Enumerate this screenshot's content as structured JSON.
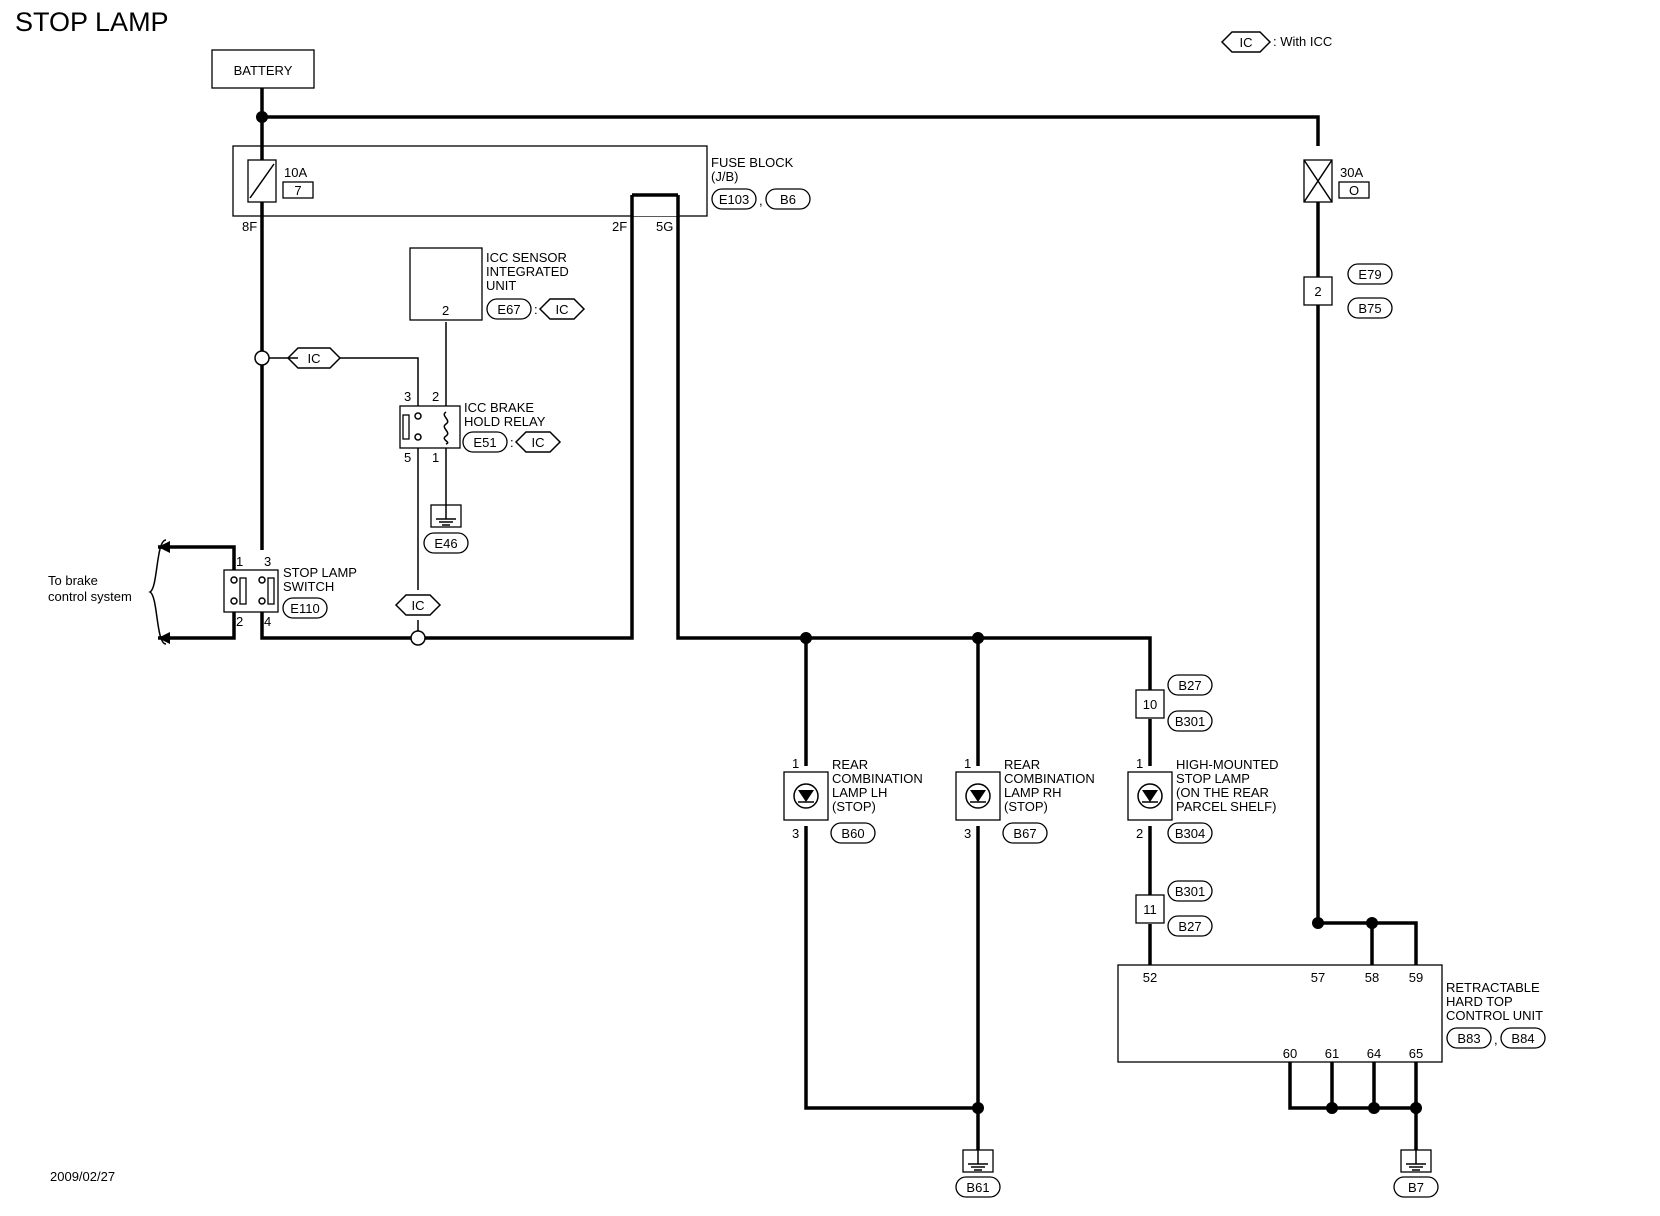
{
  "title": "STOP LAMP",
  "date": "2009/02/27",
  "legend": {
    "symbol": "IC",
    "text": ": With ICC"
  },
  "battery": "BATTERY",
  "fuse_block": {
    "label1": "FUSE BLOCK",
    "label2": "(J/B)",
    "connectors": [
      "E103",
      "B6"
    ],
    "fuse_rating": "10A",
    "fuse_number": "7",
    "pins": [
      "8F",
      "2F",
      "5G"
    ]
  },
  "fuse_30a": {
    "rating": "30A",
    "number": "O"
  },
  "inline_e79": {
    "pin": "2",
    "top": "E79",
    "bottom": "B75"
  },
  "icc_sensor": {
    "lines": [
      "ICC SENSOR",
      "INTEGRATED",
      "UNIT"
    ],
    "pin": "2",
    "connector": "E67",
    "option": "IC"
  },
  "icc_relay": {
    "lines": [
      "ICC BRAKE",
      "HOLD RELAY"
    ],
    "connector": "E51",
    "option": "IC",
    "pins": [
      "3",
      "2",
      "5",
      "1"
    ]
  },
  "ground_e46": "E46",
  "junction_ic_upper": "IC",
  "junction_ic_lower": "IC",
  "stop_lamp_switch": {
    "lines": [
      "STOP LAMP",
      "SWITCH"
    ],
    "connector": "E110",
    "pins": [
      "1",
      "3",
      "2",
      "4"
    ]
  },
  "brake_note": [
    "To brake",
    "control system"
  ],
  "lamp_lh": {
    "lines": [
      "REAR",
      "COMBINATION",
      "LAMP LH",
      "(STOP)"
    ],
    "connector": "B60",
    "pin_top": "1",
    "pin_bottom": "3"
  },
  "lamp_rh": {
    "lines": [
      "REAR",
      "COMBINATION",
      "LAMP RH",
      "(STOP)"
    ],
    "connector": "B67",
    "pin_top": "1",
    "pin_bottom": "3"
  },
  "lamp_high": {
    "lines": [
      "HIGH-MOUNTED",
      "STOP LAMP",
      "(ON THE REAR",
      " PARCEL SHELF)"
    ],
    "connector": "B304",
    "pin_top": "1",
    "pin_bottom": "2"
  },
  "inline_10": {
    "pin": "10",
    "top": "B27",
    "bottom": "B301"
  },
  "inline_11": {
    "pin": "11",
    "top": "B301",
    "bottom": "B27"
  },
  "control_unit": {
    "lines": [
      "RETRACTABLE",
      "HARD TOP",
      "CONTROL UNIT"
    ],
    "connectors": [
      "B83",
      "B84"
    ],
    "top_pins": [
      "52",
      "57",
      "58",
      "59"
    ],
    "bottom_pins": [
      "60",
      "61",
      "64",
      "65"
    ]
  },
  "ground_b61": "B61",
  "ground_b7": "B7"
}
